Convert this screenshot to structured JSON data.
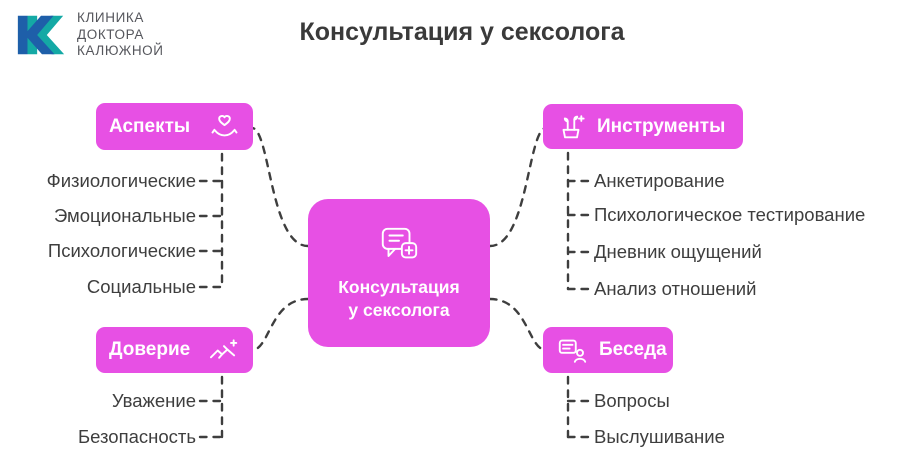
{
  "logo": {
    "line1": "КЛИНИКА",
    "line2": "ДОКТОРА",
    "line3": "КАЛЮЖНОЙ"
  },
  "title": "Консультация у сексолога",
  "center": {
    "line1": "Консультация",
    "line2": "у сексолога",
    "icon": "chat-medical-icon"
  },
  "branches": [
    {
      "label": "Аспекты",
      "icon": "hands-heart-icon",
      "items": [
        "Физиологические",
        "Эмоциональные",
        "Психологические",
        "Социальные"
      ]
    },
    {
      "label": "Инструменты",
      "icon": "garden-tools-icon",
      "items": [
        "Анкетирование",
        "Психологическое тестирование",
        "Дневник ощущений",
        "Анализ отношений"
      ]
    },
    {
      "label": "Доверие",
      "icon": "handshake-icon",
      "items": [
        "Уважение",
        "Безопасность"
      ]
    },
    {
      "label": "Беседа",
      "icon": "person-checklist-icon",
      "items": [
        "Вопросы",
        "Выслушивание"
      ]
    }
  ],
  "colors": {
    "accent": "#E750E4",
    "ink": "#3E3E3E",
    "logo_blue": "#1E5FA9",
    "logo_teal": "#14A9A5"
  }
}
